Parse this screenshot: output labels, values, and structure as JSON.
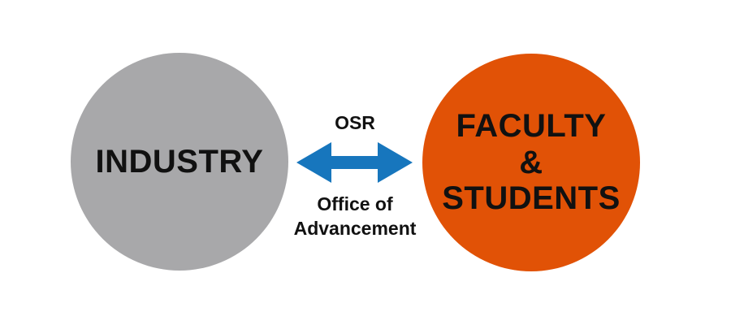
{
  "background": "#FFFFFF",
  "text_color": "#111111",
  "diagram": {
    "left_circle": {
      "label": "INDUSTRY",
      "color": "#A8A8AA"
    },
    "right_circle": {
      "line1": "FACULTY",
      "line2": "&",
      "line3": "STUDENTS",
      "color": "#E15206"
    },
    "connector": {
      "top_label": "OSR",
      "bottom_label_line1": "Office of",
      "bottom_label_line2": "Advancement",
      "arrow_color": "#1776BD",
      "arrow_direction": "double-headed-horizontal"
    }
  }
}
